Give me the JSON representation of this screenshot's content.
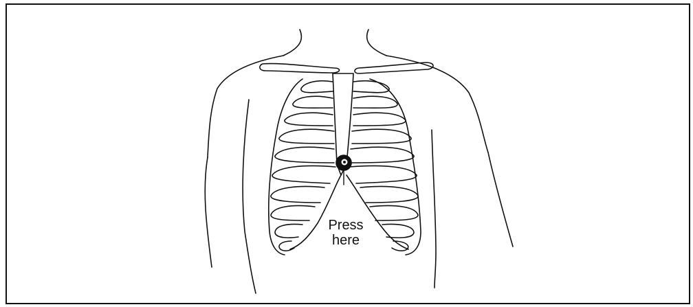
{
  "label": {
    "line1": "Press",
    "line2": "here"
  },
  "icons": {
    "figure": "torso-ribcage-illustration",
    "marker": "pressure-point-marker-icon"
  },
  "colors": {
    "ink": "#111111",
    "background": "#ffffff"
  }
}
